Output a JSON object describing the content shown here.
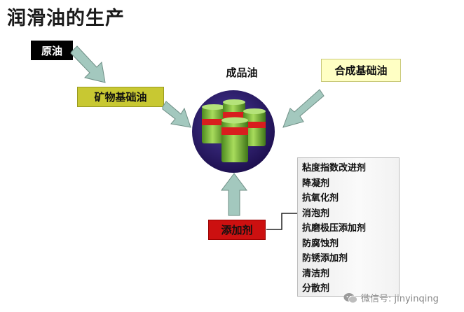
{
  "title": "润滑油的生产",
  "crude_oil": "原油",
  "mineral_base_oil": "矿物基础油",
  "synthetic_base_oil": "合成基础油",
  "finished_oil": "成品油",
  "additive": "添加剂",
  "additive_types": [
    "粘度指数改进剂",
    "降凝剂",
    "抗氧化剂",
    "消泡剂",
    "抗磨极压添加剂",
    "防腐蚀剂",
    "防锈添加剂",
    "清洁剂",
    "分散剂"
  ],
  "watermark": "微信号: jinyinqing",
  "colors": {
    "arrow": "#a3c8be",
    "circle": "#2d1b6e",
    "drum": "#8ec63f",
    "drum_label": "#d81e1e",
    "mineral_box": "#c8c832",
    "additive_box": "#cc1010",
    "synthetic_box": "#ffffc4"
  }
}
